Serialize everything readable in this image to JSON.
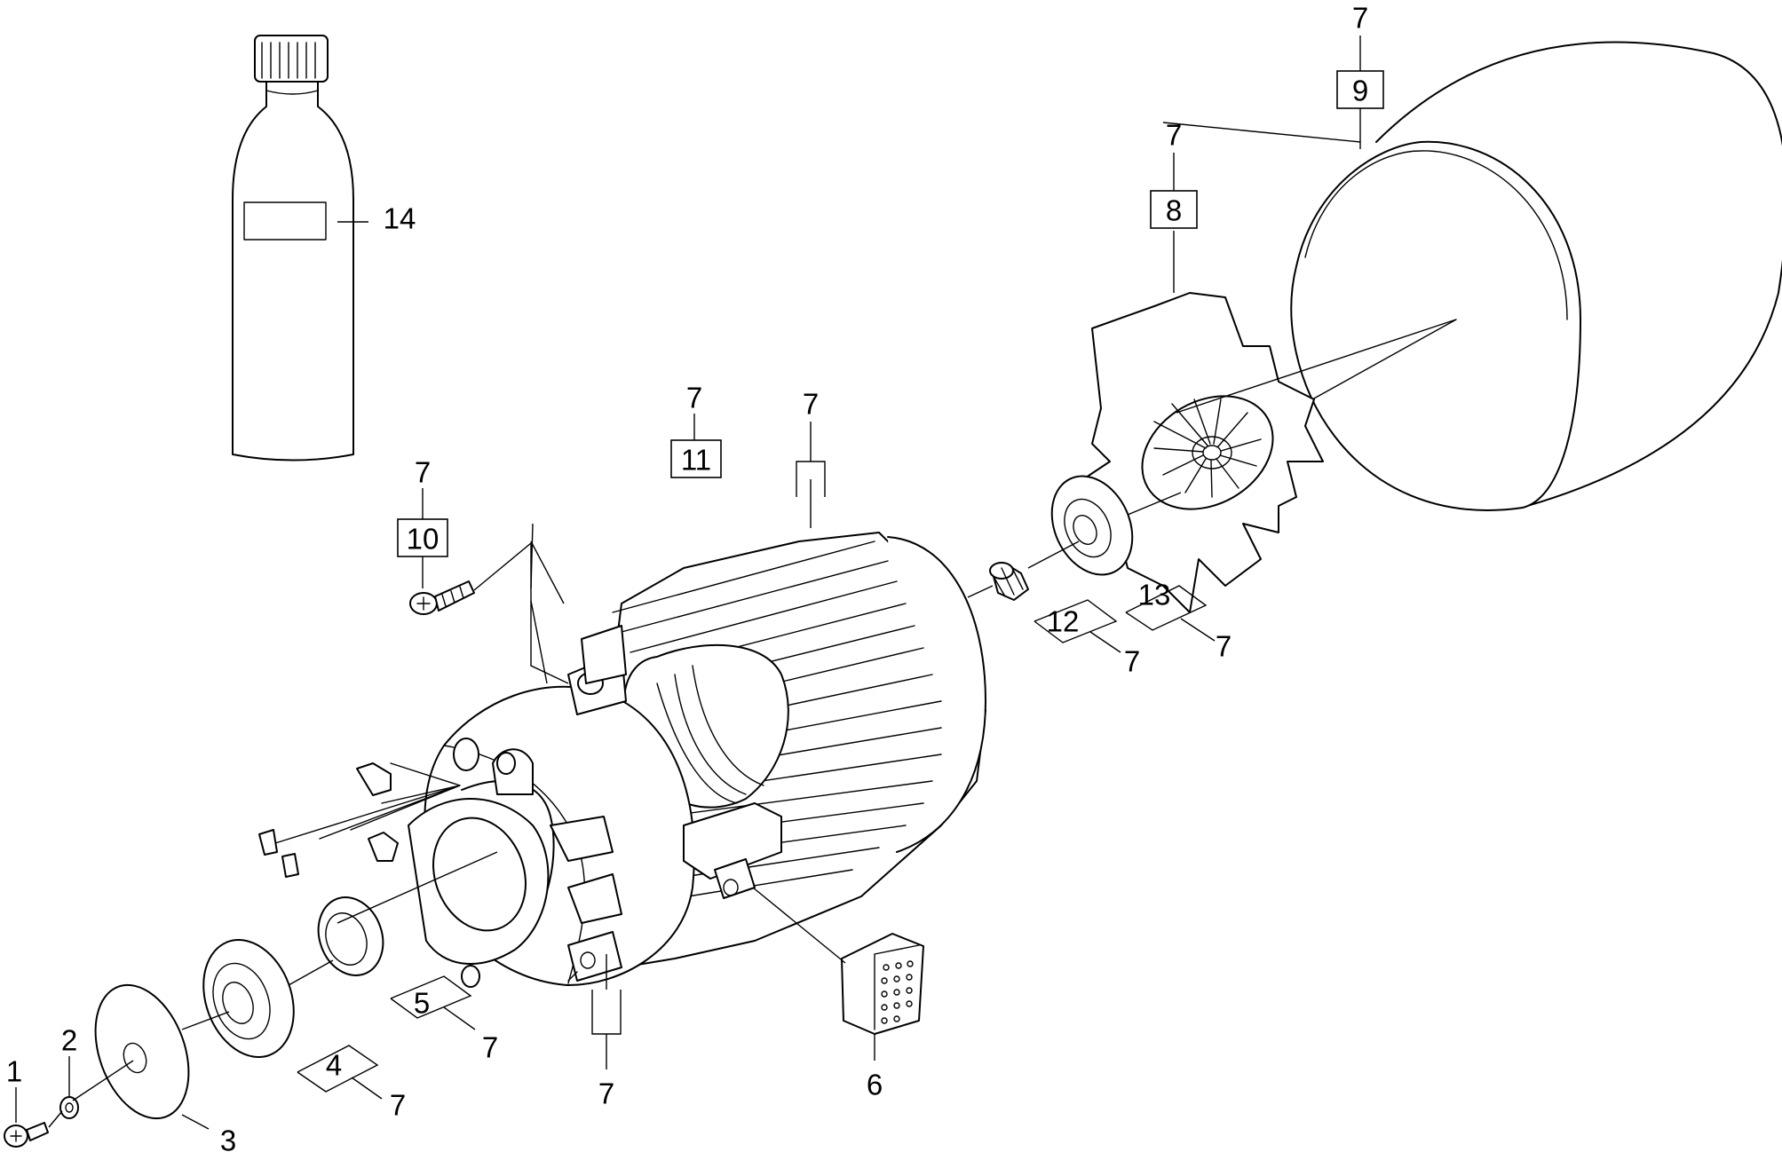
{
  "callouts": {
    "n1": "1",
    "n2": "2",
    "n3": "3",
    "n4": "4",
    "n5": "5",
    "n6": "6",
    "n7_fan": "7",
    "n7_top": "7",
    "n7_tube": "7",
    "n7_screw": "7",
    "n7_r4": "7",
    "n7_r5": "7",
    "n7_bottom": "7",
    "n7_r12": "7",
    "n7_r13": "7",
    "n7_cyl": "7",
    "n8": "8",
    "n9": "9",
    "n10": "10",
    "n11": "11",
    "n12": "12",
    "n13": "13",
    "n14": "14"
  },
  "colors": {
    "line": "#000000",
    "background": "#ffffff"
  }
}
